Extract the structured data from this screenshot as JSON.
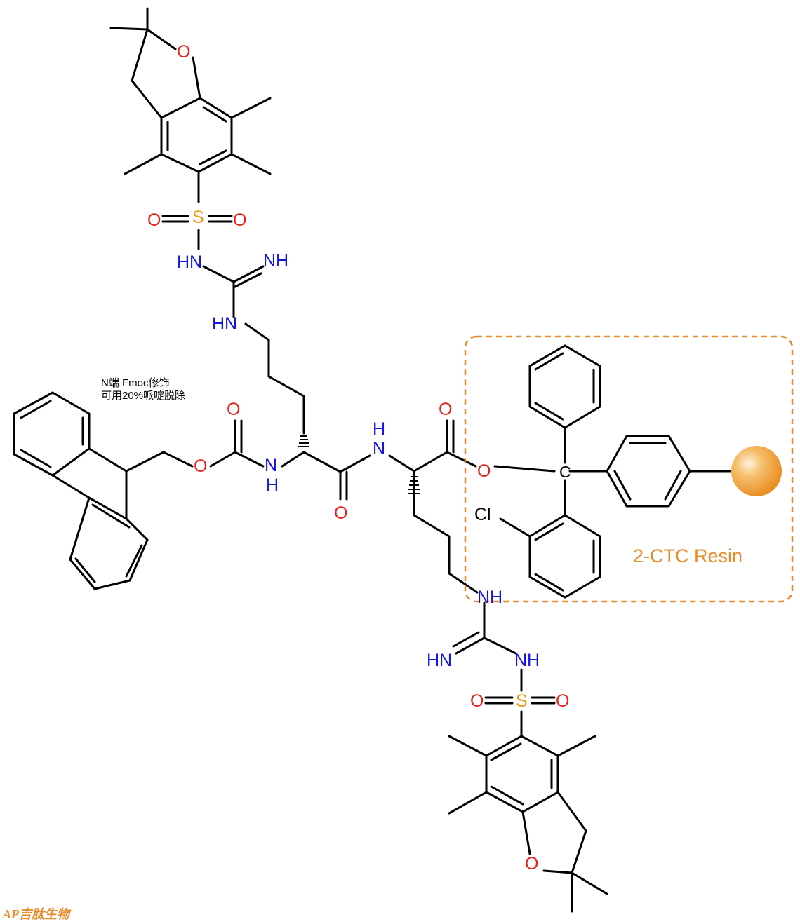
{
  "note": {
    "line1": "N端 Fmoc修饰",
    "line2": "可用20%哌啶脱除"
  },
  "resin": {
    "label": "2-CTC Resin",
    "color": "#e98b2a"
  },
  "watermark": "AP吉肽生物",
  "atom_labels": {
    "oxygen": "O",
    "sulfur": "S",
    "nh": "NH",
    "hn": "HN",
    "n": "N",
    "h": "H",
    "chlorine": "Cl",
    "carbon": "C"
  },
  "colors": {
    "oxygen": "#e8221b",
    "nitrogen": "#1515e6",
    "sulfur": "#e99a16",
    "bond": "#000000",
    "resin_bead": "#f0a23a"
  }
}
